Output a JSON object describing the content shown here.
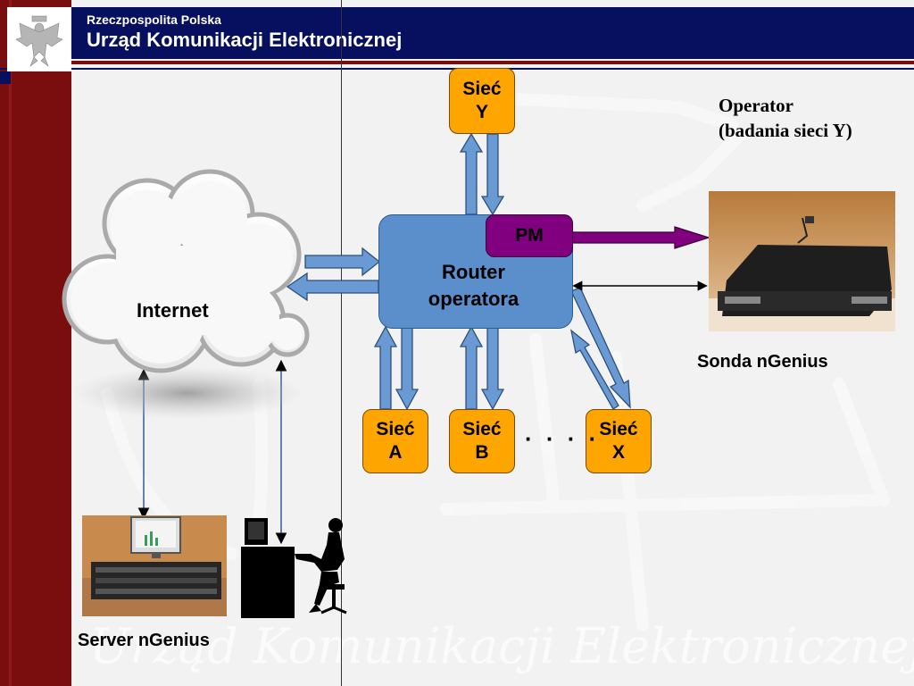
{
  "header": {
    "subtitle": "Rzeczpospolita Polska",
    "title": "Urząd Komunikacji Elektronicznej"
  },
  "watermark": "Urząd Komunikacji Elektronicznej",
  "nodes": {
    "siec_y": {
      "line1": "Sieć",
      "line2": "Y"
    },
    "siec_a": {
      "line1": "Sieć",
      "line2": "A"
    },
    "siec_b": {
      "line1": "Sieć",
      "line2": "B"
    },
    "siec_x": {
      "line1": "Sieć",
      "line2": "X"
    },
    "pm": "PM",
    "router": {
      "line1": "Router",
      "line2": "operatora"
    },
    "internet": "Internet",
    "ellipsis": "· · · ·"
  },
  "labels": {
    "operator_line1": "Operator",
    "operator_line2": "(badania sieci Y)",
    "sonda": "Sonda nGenius",
    "server": "Server nGenius"
  },
  "colors": {
    "header_navy": "#06105f",
    "sidebar_maroon": "#7a0e0e",
    "network_box": "#ffa500",
    "router_blue": "#5b8fcb",
    "pm_purple": "#800080"
  }
}
